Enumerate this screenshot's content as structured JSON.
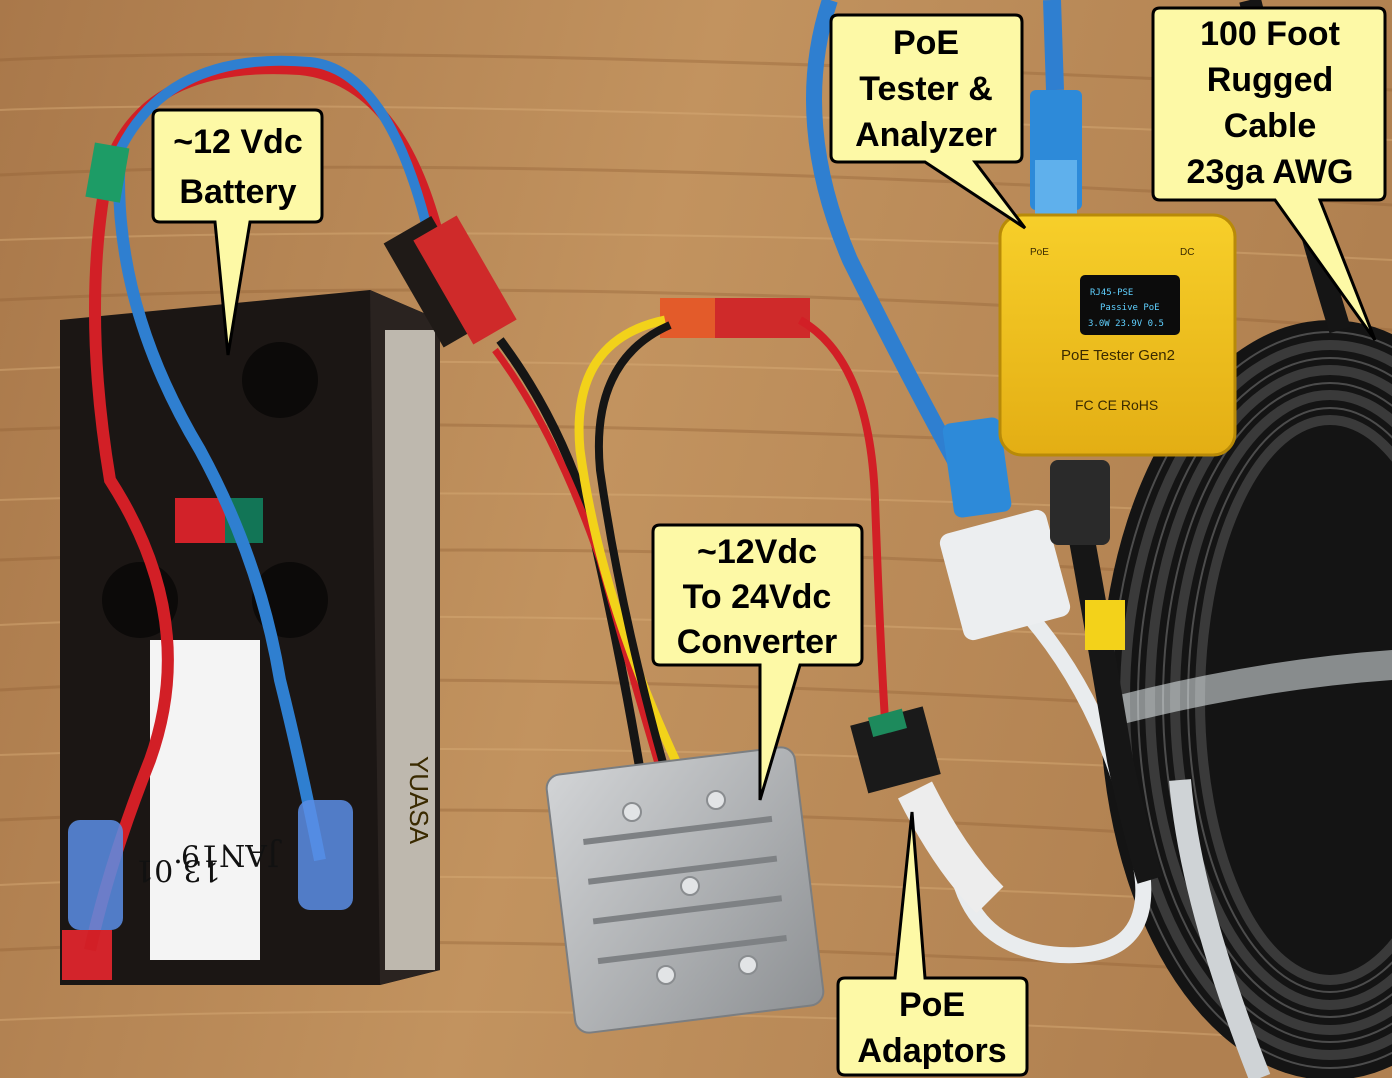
{
  "callouts": {
    "battery": [
      "~12 Vdc",
      "Battery"
    ],
    "converter": [
      "~12Vdc",
      "To 24Vdc",
      "Converter"
    ],
    "tester": [
      "PoE",
      "Tester &",
      "Analyzer"
    ],
    "cable": [
      "100 Foot",
      "Rugged",
      "Cable",
      "23ga AWG"
    ],
    "adaptors": [
      "PoE",
      "Adaptors"
    ]
  },
  "device_text": {
    "tester_left": "PoE",
    "tester_right": "DC",
    "tester_name": "PoE Tester Gen2",
    "tester_marks": "FC  CE  RoHS",
    "battery_label": [
      "13.01",
      "JAN19"
    ],
    "battery_brand": "YUASA"
  },
  "colors": {
    "callout_fill": "#fdf9a6",
    "wood": "#b98a55",
    "battery": "#17120f",
    "tester": "#f2c21c",
    "converter": "#b5b8bb",
    "cable_black": "#1c1c1c",
    "cable_blue": "#2f7fd0",
    "wire_red": "#d21f26",
    "wire_yellow": "#f2d21a"
  }
}
